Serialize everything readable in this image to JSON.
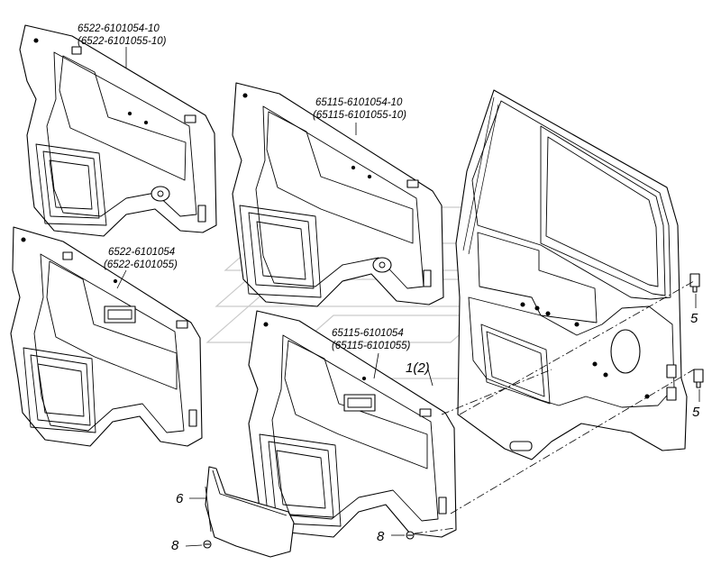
{
  "callouts": {
    "panel_a": {
      "line1": "6522-6101054-10",
      "line2": "(6522-6101055-10)"
    },
    "panel_b": {
      "line1": "65115-6101054-10",
      "line2": "(65115-6101055-10)"
    },
    "panel_c": {
      "line1": "6522-6101054",
      "line2": "(6522-6101055)"
    },
    "panel_d": {
      "line1": "65115-6101054",
      "line2": "(65115-6101055)"
    },
    "item_1": "1(2)",
    "item_5_upper": "5",
    "item_5_lower": "5",
    "item_6": "6",
    "item_8_left": "8",
    "item_8_right": "8"
  },
  "colors": {
    "line": "#000000",
    "background": "#ffffff",
    "watermark": "#c9c9c9"
  }
}
